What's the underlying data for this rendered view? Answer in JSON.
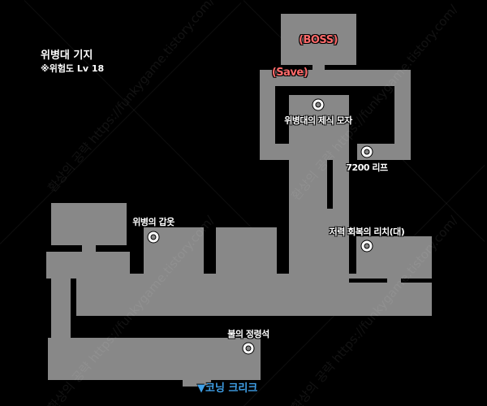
{
  "map": {
    "area_name": "위병대 기지",
    "danger_level": "※위험도 Lv 18",
    "boss_label": "(BOSS)",
    "save_label": "(Save)",
    "exit_label": "▼코닝 크리크",
    "items": [
      {
        "name": "위병대의 제식 모자"
      },
      {
        "name": "7200 리프"
      },
      {
        "name": "위병의 갑옷"
      },
      {
        "name": "저력 회복의 리치(대)"
      },
      {
        "name": "불의 정령석"
      }
    ],
    "watermark": "환상의 공략 https://funkygame.tistory.com/",
    "colors": {
      "room": "#888888",
      "background": "#000000",
      "boss_save": "#ff6b6b",
      "exit": "#3fa0e8"
    }
  }
}
